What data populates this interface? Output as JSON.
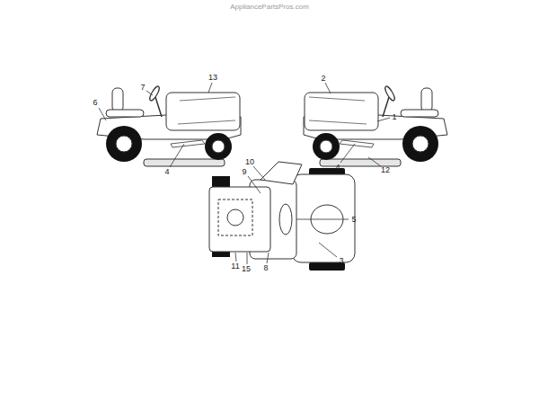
{
  "diagram": {
    "labels": [
      "AppliancePartsPros.com",
      "13",
      "7",
      "6",
      "4",
      "2",
      "1",
      "4",
      "12",
      "10",
      "9",
      "5",
      "3",
      "11",
      "15",
      "8"
    ]
  }
}
